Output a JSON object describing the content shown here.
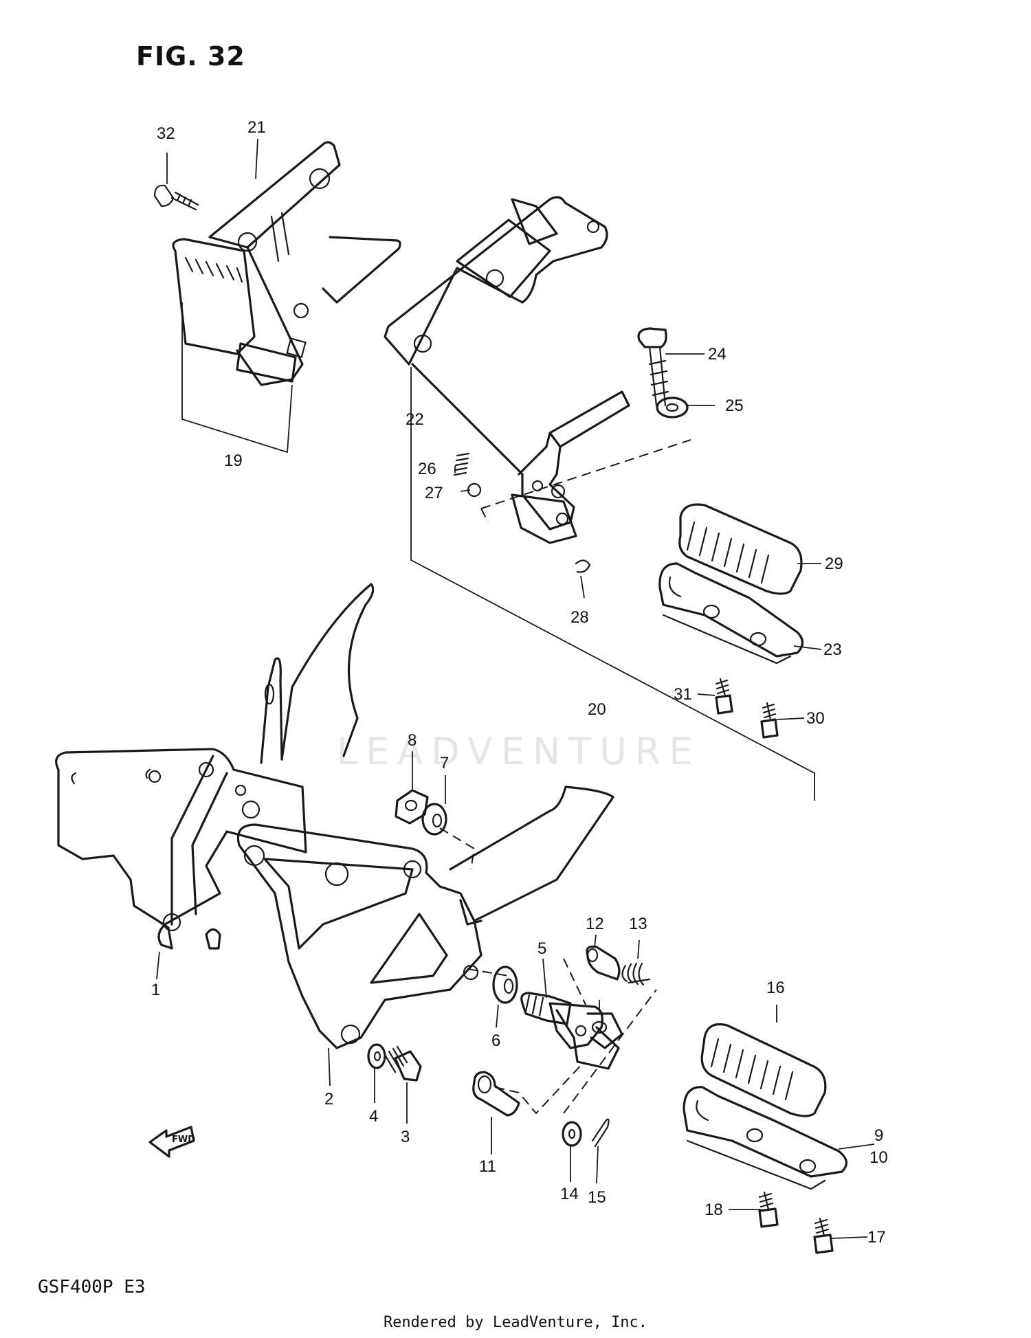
{
  "figure": {
    "title": "FIG. 32",
    "model": "GSF400P  E3"
  },
  "footer": {
    "rendered_by": "Rendered by LeadVenture, Inc."
  },
  "watermark": {
    "text": "LEADVENTURE"
  },
  "fwd_marker": {
    "label": "FWD"
  },
  "callouts": [
    "1",
    "2",
    "3",
    "4",
    "5",
    "6",
    "7",
    "8",
    "9",
    "10",
    "11",
    "12",
    "13",
    "14",
    "15",
    "16",
    "17",
    "18",
    "19",
    "20",
    "21",
    "22",
    "23",
    "24",
    "25",
    "26",
    "27",
    "28",
    "29",
    "30",
    "31",
    "32"
  ]
}
